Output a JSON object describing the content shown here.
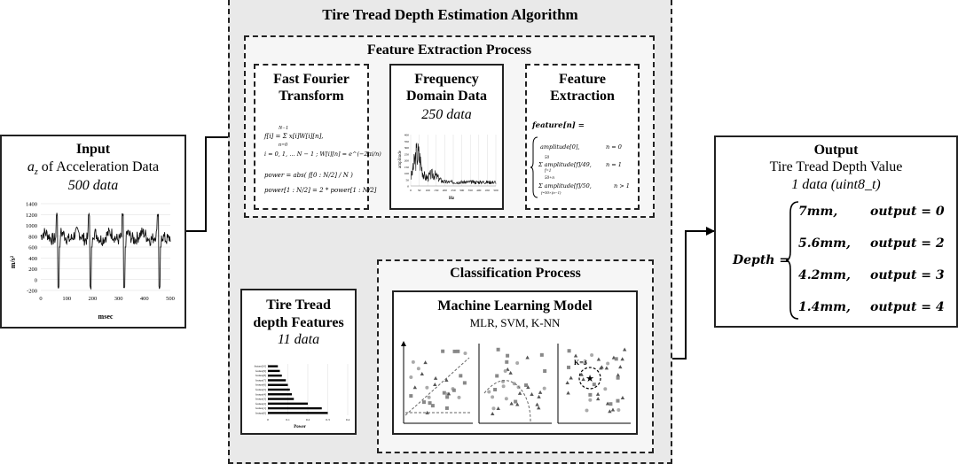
{
  "algorithm": {
    "title": "Tire Tread Depth Estimation Algorithm"
  },
  "feature_extraction": {
    "title": "Feature Extraction Process",
    "fft": {
      "title_line1": "Fast Fourier",
      "title_line2": "Transform",
      "eq1": "f[i] = Σ x[i]W[i][n],",
      "eq1_sum_top": "N−1",
      "eq1_sum_bot": "n=0",
      "eq2": "i = 0, 1, … N − 1 ; W[i][n] = e^(−2πi/n)",
      "eq3": "power = abs( f[0 : N/2] / N )",
      "eq4": "power[1 : N/2] = 2 * power[1 : N/2]"
    },
    "frequency": {
      "title_line1": "Frequency",
      "title_line2": "Domain Data",
      "count": "250 data",
      "xlabel": "Hz",
      "ylabel": "amplitude",
      "xticks": [
        "0",
        "50",
        "100",
        "150",
        "200",
        "250",
        "300",
        "350",
        "400",
        "450",
        "500"
      ],
      "yticks": [
        "0",
        "50",
        "100",
        "150",
        "200",
        "250",
        "300",
        "350",
        "400"
      ]
    },
    "feature": {
      "title_line1": "Feature",
      "title_line2": "Extraction",
      "lhs": "feature[n] =",
      "case1": "amplitude[0],",
      "case1_cond": "n = 0",
      "case2": "Σ amplitude[f]/49,",
      "case2_sum_top": "50",
      "case2_sum_bot": "f=1",
      "case2_cond": "n = 1",
      "case3": "Σ amplitude[f]/50,",
      "case3_sum_top": "50+n",
      "case3_sum_bot": "f=50×(n−1)",
      "case3_cond": "n > 1"
    }
  },
  "input": {
    "title": "Input",
    "subtitle_var": "a",
    "subtitle_sub": "z",
    "subtitle_rest": " of Acceleration Data",
    "count": "500 data",
    "ylabel": "m/s²",
    "xlabel": "msec",
    "yticks": [
      "1400",
      "1200",
      "1000",
      "800",
      "600",
      "400",
      "200",
      "0",
      "-200"
    ],
    "xticks": [
      "0",
      "100",
      "200",
      "300",
      "400",
      "500"
    ]
  },
  "output": {
    "title": "Output",
    "subtitle": "Tire Tread Depth Value",
    "count": "1 data (uint8_t)",
    "lhs": "Depth =",
    "cases": [
      {
        "value": "7mm,",
        "result": "output = 0"
      },
      {
        "value": "5.6mm,",
        "result": "output = 2"
      },
      {
        "value": "4.2mm,",
        "result": "output = 3"
      },
      {
        "value": "1.4mm,",
        "result": "output = 4"
      }
    ]
  },
  "tread_features": {
    "title_line1": "Tire Tread",
    "title_line2": "depth Features",
    "count": "11 data",
    "xlabel": "Power",
    "xticks": [
      "0",
      "0.1",
      "0.2",
      "0.3",
      "0.4"
    ],
    "labels": [
      "feature[10]",
      "feature[9]",
      "feature[8]",
      "feature[7]",
      "feature[6]",
      "feature[5]",
      "feature[4]",
      "feature[3]",
      "feature[2]",
      "feature[1]",
      "feature[0]"
    ]
  },
  "classification": {
    "title": "Classification Process",
    "ml_title": "Machine Learning Model",
    "ml_subtitle": "MLR, SVM, K-NN",
    "knn_label": "K=3"
  }
}
